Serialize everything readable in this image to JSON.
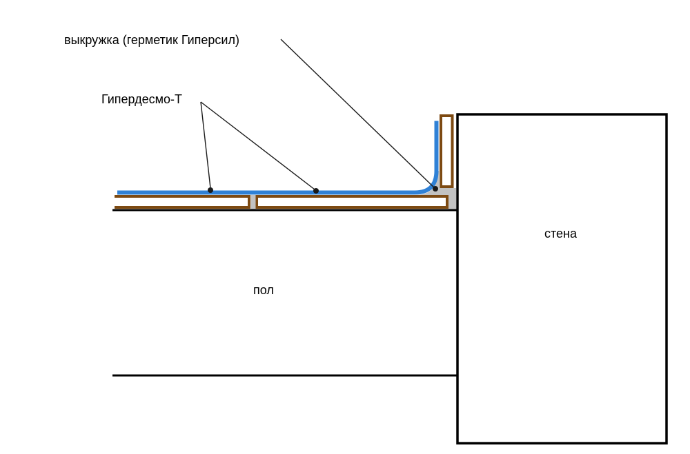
{
  "diagram": {
    "labels": {
      "cove": "выкружка (герметик Гиперсил)",
      "membrane": "Гипердесмо-Т",
      "wall": "стена",
      "floor": "пол"
    },
    "colors": {
      "membrane_blue": "#2F81D6",
      "board_brown": "#7D4A12",
      "sealant_gray": "#C2C2C2",
      "outline_black": "#000000",
      "background_white": "#FFFFFF"
    }
  }
}
